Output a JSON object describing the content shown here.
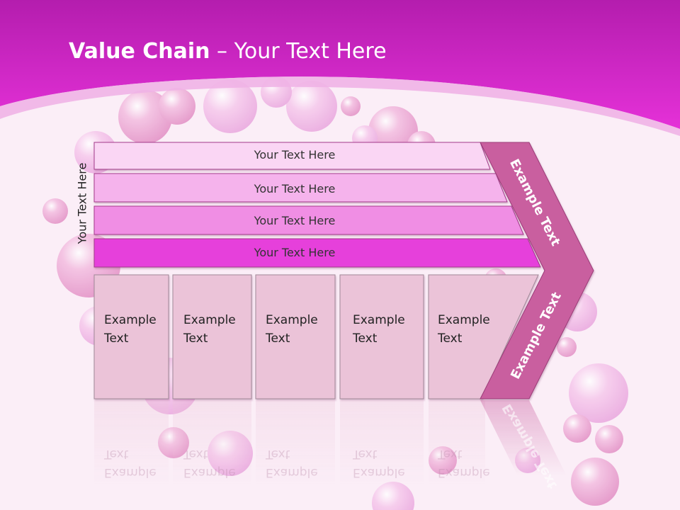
{
  "slide": {
    "title_bold": "Value Chain",
    "title_rest": " – Your Text Here",
    "side_label": "Your Text Here"
  },
  "bars": [
    {
      "label": "Your Text Here",
      "color": "#fad6f4"
    },
    {
      "label": "Your Text Here",
      "color": "#f5b3ec"
    },
    {
      "label": "Your Text Here",
      "color": "#f08ee4"
    },
    {
      "label": "Your Text Here",
      "color": "#e63fdb"
    }
  ],
  "boxes": [
    {
      "line1": "Example",
      "line2": "Text"
    },
    {
      "line1": "Example",
      "line2": "Text"
    },
    {
      "line1": "Example",
      "line2": "Text"
    },
    {
      "line1": "Example",
      "line2": "Text"
    },
    {
      "line1": "Example",
      "line2": "Text"
    }
  ],
  "chevron": {
    "top_label": "Example Text",
    "bottom_label": "Example Text",
    "color": "#c95f9f"
  },
  "colors": {
    "header": "#d12ad3",
    "box_fill": "#ebc3d8",
    "background": "#fbeef7"
  }
}
